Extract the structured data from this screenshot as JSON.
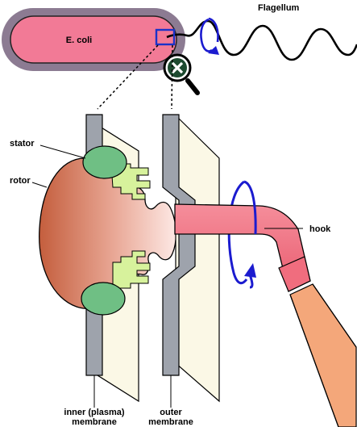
{
  "labels": {
    "ecoli": "E. coli",
    "flagellum": "Flagellum",
    "stator": "stator",
    "rotor": "rotor",
    "hook": "hook",
    "inner_membrane_line1": "inner (plasma)",
    "inner_membrane_line2": "membrane",
    "outer_membrane_line1": "outer",
    "outer_membrane_line2": "membrane"
  },
  "icons": {
    "zoom": "magnifier-plus-icon",
    "rotation": "rotation-arrow-icon"
  },
  "colors": {
    "cell_body": "#f27a96",
    "cell_envelope": "#8c7b92",
    "rotor_dark": "#c45e3d",
    "rotor_light": "#fde8e4",
    "stator": "#6fbf84",
    "ring_green": "#d7f29c",
    "membrane_gray": "#9ea3ac",
    "membrane_face": "#fbf8e6",
    "hook": "#f06d7e",
    "filament": "#f4a77a",
    "rotation_arrow": "#1b1bcf",
    "zoom_box": "#1a32c9",
    "magnifier_fill": "#1d4a30"
  }
}
